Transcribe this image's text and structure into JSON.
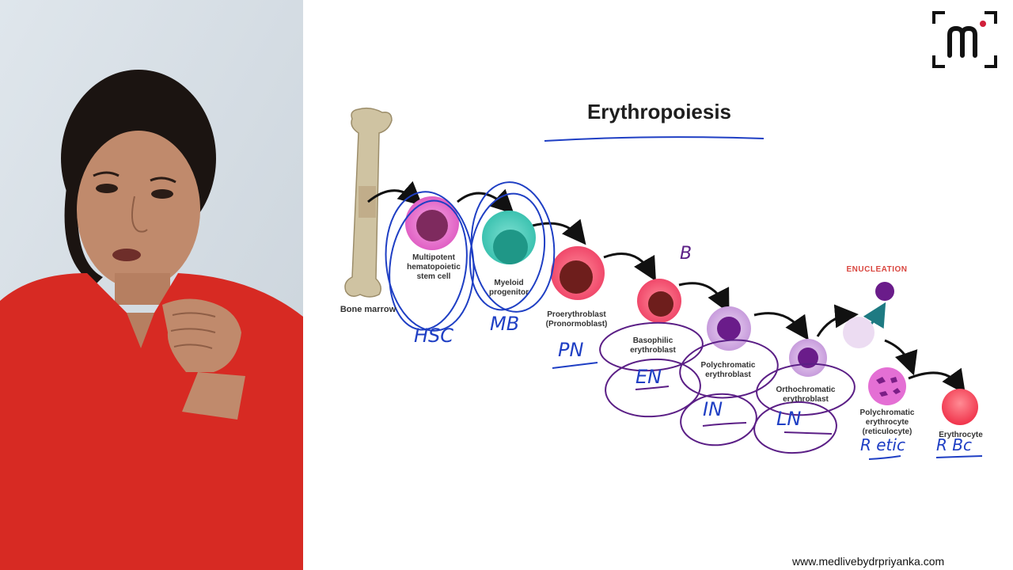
{
  "slide": {
    "title": "Erythropoiesis",
    "website": "www.medlivebydrpriyanka.com",
    "enucleation": "ENUCLEATION",
    "logo_letter": "m",
    "labels": {
      "bone_marrow": "Bone marrow",
      "hsc": [
        "Multipotent",
        "hematopoietic",
        "stem cell"
      ],
      "myeloid": [
        "Myeloid",
        "progenitor"
      ],
      "proerythroblast": [
        "Proerythroblast",
        "(Pronormoblast)"
      ],
      "basophilic": [
        "Basophilic",
        "erythroblast"
      ],
      "polychromatic": [
        "Polychromatic",
        "erythroblast"
      ],
      "orthochromatic": [
        "Orthochromatic",
        "erythroblast"
      ],
      "reticulocyte": [
        "Polychromatic",
        "erythrocyte",
        "(reticulocyte)"
      ],
      "erythrocyte": "Erythrocyte"
    },
    "handwritten": {
      "hsc": "HSC",
      "mb": "MB",
      "pn": "PN",
      "b": "B",
      "en": "EN",
      "in": "IN",
      "ln": "LN",
      "retic": "R etic",
      "rbc": "R Bc"
    },
    "colors": {
      "pen_blue": "#1f3fc4",
      "pen_purple": "#5b1f86",
      "enucleation_red": "#d9463f",
      "logo_accent": "#d11f3a",
      "presenter_top": "#a04e44",
      "presenter_shirt": "#d72a23"
    }
  }
}
